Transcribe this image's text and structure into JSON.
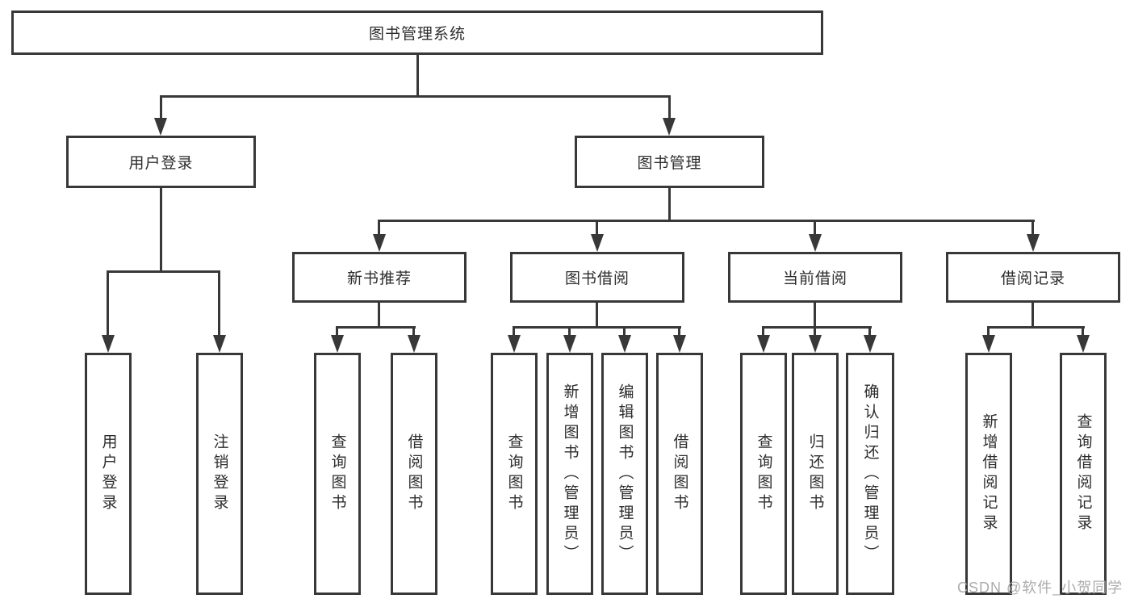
{
  "diagram": {
    "root_label": "图书管理系统",
    "level2": [
      "用户登录",
      "图书管理"
    ],
    "level3": [
      "新书推荐",
      "图书借阅",
      "当前借阅",
      "借阅记录"
    ],
    "leaves_user": [
      "用户登录",
      "注销登录"
    ],
    "leaves_newbook": [
      "查询图书",
      "借阅图书"
    ],
    "leaves_borrow": [
      "查询图书",
      "新增图书（管理员）",
      "编辑图书（管理员）",
      "借阅图书"
    ],
    "leaves_current": [
      "查询图书",
      "归还图书",
      "确认归还（管理员）"
    ],
    "leaves_records": [
      "新增借阅记录",
      "查询借阅记录"
    ]
  },
  "watermark": "CSDN @软件_小贺同学",
  "colors": {
    "line": "#383838",
    "text": "#2d2d2d",
    "watermark": "#acacac",
    "background": "#ffffff"
  }
}
